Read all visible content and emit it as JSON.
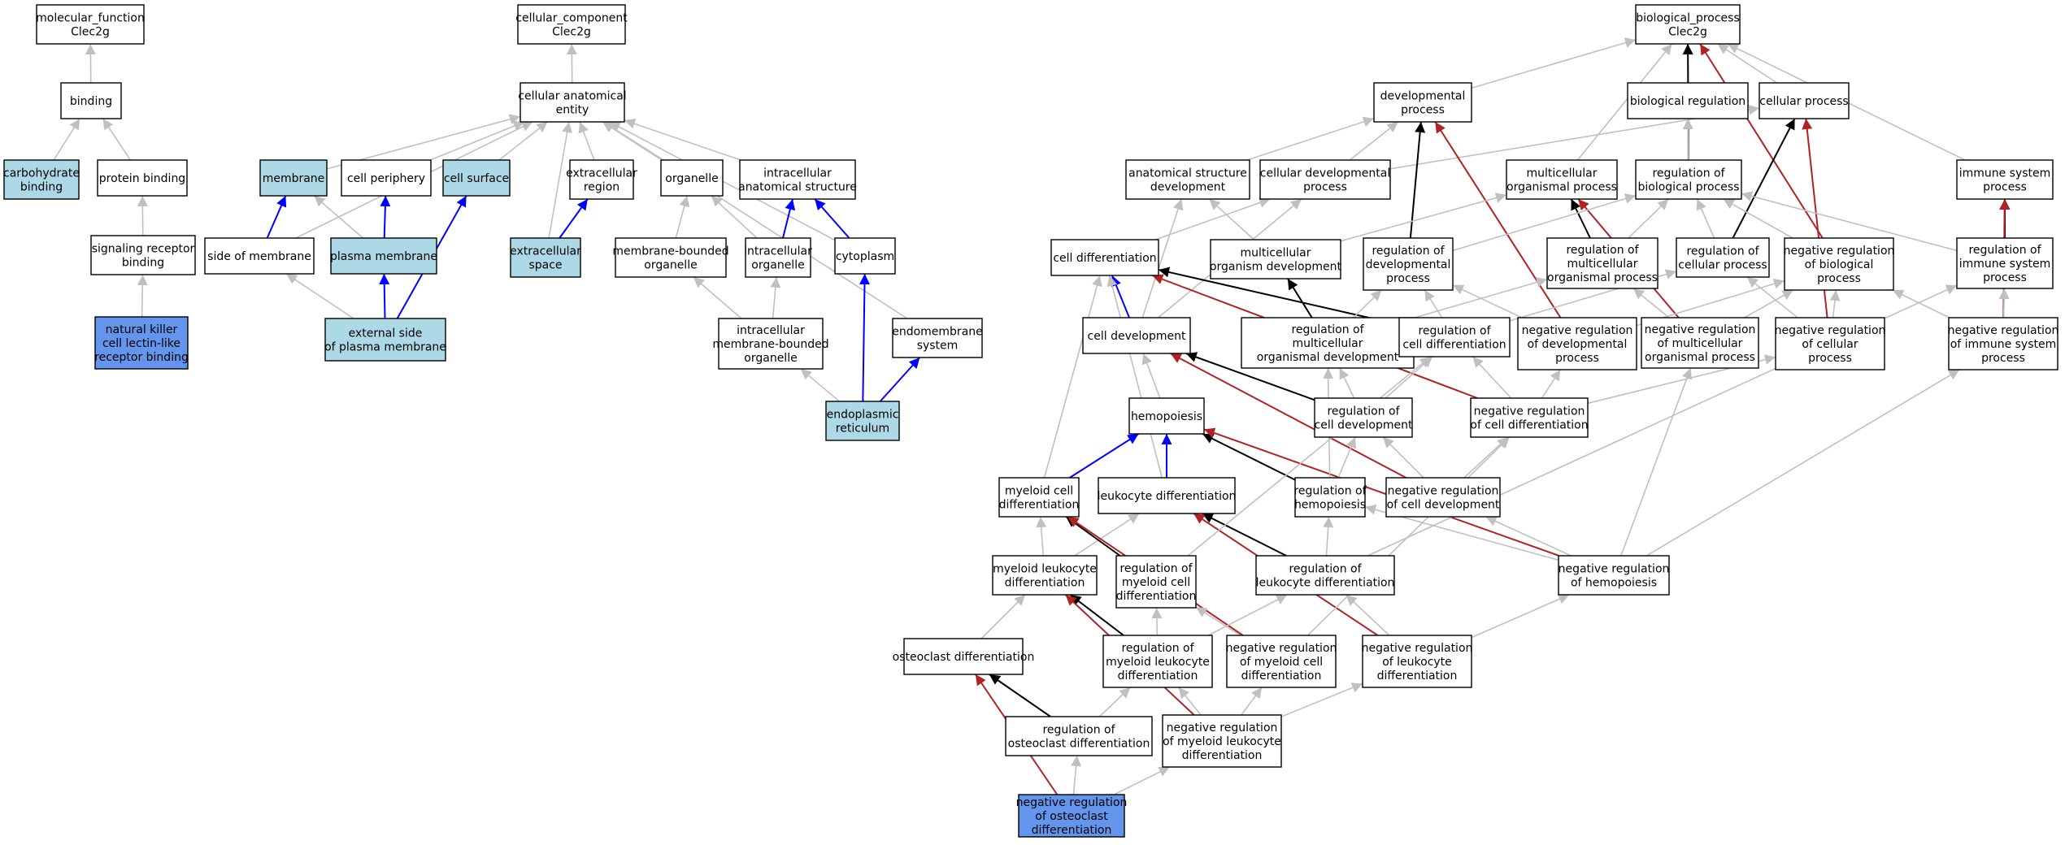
{
  "colors": {
    "node_fill_default": "#ffffff",
    "node_fill_light": "#add8e6",
    "node_fill_blue": "#6495ed",
    "edge_is_a": "#c0c0c0",
    "edge_part_of": "#0000ff",
    "edge_regulates": "#000000",
    "edge_negatively_regulates": "#b22222",
    "node_stroke": "#000000"
  },
  "nodes": [
    {
      "id": "mf",
      "lines": [
        "molecular_function",
        "Clec2g"
      ],
      "fill": "white"
    },
    {
      "id": "binding",
      "lines": [
        "binding"
      ],
      "fill": "white"
    },
    {
      "id": "carb",
      "lines": [
        "carbohydrate",
        "binding"
      ],
      "fill": "light"
    },
    {
      "id": "prot",
      "lines": [
        "protein binding"
      ],
      "fill": "white"
    },
    {
      "id": "srb",
      "lines": [
        "signaling receptor",
        "binding"
      ],
      "fill": "white"
    },
    {
      "id": "nk",
      "lines": [
        "natural killer",
        "cell lectin-like",
        "receptor binding"
      ],
      "fill": "blue"
    },
    {
      "id": "cc",
      "lines": [
        "cellular_component",
        "Clec2g"
      ],
      "fill": "white"
    },
    {
      "id": "cae",
      "lines": [
        "cellular anatomical",
        "entity"
      ],
      "fill": "white"
    },
    {
      "id": "membrane",
      "lines": [
        "membrane"
      ],
      "fill": "light"
    },
    {
      "id": "periph",
      "lines": [
        "cell periphery"
      ],
      "fill": "white"
    },
    {
      "id": "surface",
      "lines": [
        "cell surface"
      ],
      "fill": "light"
    },
    {
      "id": "ecreg",
      "lines": [
        "extracellular",
        "region"
      ],
      "fill": "white"
    },
    {
      "id": "organelle",
      "lines": [
        "organelle"
      ],
      "fill": "white"
    },
    {
      "id": "ias",
      "lines": [
        "intracellular",
        "anatomical structure"
      ],
      "fill": "white"
    },
    {
      "id": "som",
      "lines": [
        "side of membrane"
      ],
      "fill": "white"
    },
    {
      "id": "pm",
      "lines": [
        "plasma membrane"
      ],
      "fill": "light"
    },
    {
      "id": "ecs",
      "lines": [
        "extracellular",
        "space"
      ],
      "fill": "light"
    },
    {
      "id": "mbo",
      "lines": [
        "membrane-bounded",
        "organelle"
      ],
      "fill": "white"
    },
    {
      "id": "io",
      "lines": [
        "intracellular",
        "organelle"
      ],
      "fill": "white"
    },
    {
      "id": "cyto",
      "lines": [
        "cytoplasm"
      ],
      "fill": "white"
    },
    {
      "id": "espm",
      "lines": [
        "external side",
        "of plasma membrane"
      ],
      "fill": "light"
    },
    {
      "id": "imbo",
      "lines": [
        "intracellular",
        "membrane-bounded",
        "organelle"
      ],
      "fill": "white"
    },
    {
      "id": "endo",
      "lines": [
        "endomembrane",
        "system"
      ],
      "fill": "white"
    },
    {
      "id": "er",
      "lines": [
        "endoplasmic",
        "reticulum"
      ],
      "fill": "light"
    },
    {
      "id": "bp",
      "lines": [
        "biological_process",
        "Clec2g"
      ],
      "fill": "white"
    },
    {
      "id": "devp",
      "lines": [
        "developmental",
        "process"
      ],
      "fill": "white"
    },
    {
      "id": "breg",
      "lines": [
        "biological regulation"
      ],
      "fill": "white"
    },
    {
      "id": "cellp",
      "lines": [
        "cellular process"
      ],
      "fill": "white"
    },
    {
      "id": "asd",
      "lines": [
        "anatomical structure",
        "development"
      ],
      "fill": "white"
    },
    {
      "id": "cdp",
      "lines": [
        "cellular developmental",
        "process"
      ],
      "fill": "white"
    },
    {
      "id": "mop",
      "lines": [
        "multicellular",
        "organismal process"
      ],
      "fill": "white"
    },
    {
      "id": "rbp",
      "lines": [
        "regulation of",
        "biological process"
      ],
      "fill": "white"
    },
    {
      "id": "isp",
      "lines": [
        "immune system",
        "process"
      ],
      "fill": "white"
    },
    {
      "id": "cdiff",
      "lines": [
        "cell differentiation"
      ],
      "fill": "white"
    },
    {
      "id": "mod",
      "lines": [
        "multicellular",
        "organism development"
      ],
      "fill": "white"
    },
    {
      "id": "rdp",
      "lines": [
        "regulation of",
        "developmental",
        "process"
      ],
      "fill": "white"
    },
    {
      "id": "rmop",
      "lines": [
        "regulation of",
        "multicellular",
        "organismal process"
      ],
      "fill": "white"
    },
    {
      "id": "rcp",
      "lines": [
        "regulation of",
        "cellular process"
      ],
      "fill": "white"
    },
    {
      "id": "nrbp",
      "lines": [
        "negative regulation",
        "of biological",
        "process"
      ],
      "fill": "white"
    },
    {
      "id": "risp",
      "lines": [
        "regulation of",
        "immune system",
        "process"
      ],
      "fill": "white"
    },
    {
      "id": "cdev",
      "lines": [
        "cell development"
      ],
      "fill": "white"
    },
    {
      "id": "rmod",
      "lines": [
        "regulation of",
        "multicellular",
        "organismal development"
      ],
      "fill": "white"
    },
    {
      "id": "rcd",
      "lines": [
        "regulation of",
        "cell differentiation"
      ],
      "fill": "white"
    },
    {
      "id": "nrdp",
      "lines": [
        "negative regulation",
        "of developmental",
        "process"
      ],
      "fill": "white"
    },
    {
      "id": "nrmop",
      "lines": [
        "negative regulation",
        "of multicellular",
        "organismal process"
      ],
      "fill": "white"
    },
    {
      "id": "nrcp",
      "lines": [
        "negative regulation",
        "of cellular",
        "process"
      ],
      "fill": "white"
    },
    {
      "id": "nrisp",
      "lines": [
        "negative regulation",
        "of immune system",
        "process"
      ],
      "fill": "white"
    },
    {
      "id": "hemo",
      "lines": [
        "hemopoiesis"
      ],
      "fill": "white"
    },
    {
      "id": "rcdev",
      "lines": [
        "regulation of",
        "cell development"
      ],
      "fill": "white"
    },
    {
      "id": "nrcd",
      "lines": [
        "negative regulation",
        "of cell differentiation"
      ],
      "fill": "white"
    },
    {
      "id": "mcd",
      "lines": [
        "myeloid cell",
        "differentiation"
      ],
      "fill": "white"
    },
    {
      "id": "ld",
      "lines": [
        "leukocyte differentiation"
      ],
      "fill": "white"
    },
    {
      "id": "rhemo",
      "lines": [
        "regulation of",
        "hemopoiesis"
      ],
      "fill": "white"
    },
    {
      "id": "nrcdev",
      "lines": [
        "negative regulation",
        "of cell development"
      ],
      "fill": "white"
    },
    {
      "id": "mld",
      "lines": [
        "myeloid leukocyte",
        "differentiation"
      ],
      "fill": "white"
    },
    {
      "id": "rmcd",
      "lines": [
        "regulation of",
        "myeloid cell",
        "differentiation"
      ],
      "fill": "white"
    },
    {
      "id": "rld",
      "lines": [
        "regulation of",
        "leukocyte differentiation"
      ],
      "fill": "white"
    },
    {
      "id": "nrhemo",
      "lines": [
        "negative regulation",
        "of hemopoiesis"
      ],
      "fill": "white"
    },
    {
      "id": "od",
      "lines": [
        "osteoclast differentiation"
      ],
      "fill": "white"
    },
    {
      "id": "rmld",
      "lines": [
        "regulation of",
        "myeloid leukocyte",
        "differentiation"
      ],
      "fill": "white"
    },
    {
      "id": "nrmcd",
      "lines": [
        "negative regulation",
        "of myeloid cell",
        "differentiation"
      ],
      "fill": "white"
    },
    {
      "id": "nrld",
      "lines": [
        "negative regulation",
        "of leukocyte",
        "differentiation"
      ],
      "fill": "white"
    },
    {
      "id": "rod",
      "lines": [
        "regulation of",
        "osteoclast differentiation"
      ],
      "fill": "white"
    },
    {
      "id": "nrmld",
      "lines": [
        "negative regulation",
        "of myeloid leukocyte",
        "differentiation"
      ],
      "fill": "white"
    },
    {
      "id": "nrod",
      "lines": [
        "negative regulation",
        "of osteoclast",
        "differentiation"
      ],
      "fill": "blue"
    }
  ],
  "edges": [
    {
      "from": "binding",
      "to": "mf",
      "type": "is_a"
    },
    {
      "from": "carb",
      "to": "binding",
      "type": "is_a"
    },
    {
      "from": "prot",
      "to": "binding",
      "type": "is_a"
    },
    {
      "from": "srb",
      "to": "prot",
      "type": "is_a"
    },
    {
      "from": "nk",
      "to": "srb",
      "type": "is_a"
    },
    {
      "from": "cae",
      "to": "cc",
      "type": "is_a"
    },
    {
      "from": "membrane",
      "to": "cae",
      "type": "is_a"
    },
    {
      "from": "periph",
      "to": "cae",
      "type": "is_a"
    },
    {
      "from": "surface",
      "to": "cae",
      "type": "is_a"
    },
    {
      "from": "ecreg",
      "to": "cae",
      "type": "is_a"
    },
    {
      "from": "organelle",
      "to": "cae",
      "type": "is_a"
    },
    {
      "from": "ias",
      "to": "cae",
      "type": "is_a"
    },
    {
      "from": "som",
      "to": "cae",
      "type": "is_a"
    },
    {
      "from": "ecs",
      "to": "cae",
      "type": "is_a"
    },
    {
      "from": "cyto",
      "to": "cae",
      "type": "is_a"
    },
    {
      "from": "endo",
      "to": "cae",
      "type": "is_a"
    },
    {
      "from": "som",
      "to": "membrane",
      "type": "part_of"
    },
    {
      "from": "pm",
      "to": "membrane",
      "type": "is_a"
    },
    {
      "from": "pm",
      "to": "periph",
      "type": "part_of"
    },
    {
      "from": "ecs",
      "to": "ecreg",
      "type": "part_of"
    },
    {
      "from": "mbo",
      "to": "organelle",
      "type": "is_a"
    },
    {
      "from": "io",
      "to": "organelle",
      "type": "is_a"
    },
    {
      "from": "io",
      "to": "ias",
      "type": "part_of"
    },
    {
      "from": "cyto",
      "to": "ias",
      "type": "part_of"
    },
    {
      "from": "espm",
      "to": "som",
      "type": "is_a"
    },
    {
      "from": "espm",
      "to": "pm",
      "type": "part_of"
    },
    {
      "from": "espm",
      "to": "surface",
      "type": "part_of"
    },
    {
      "from": "imbo",
      "to": "mbo",
      "type": "is_a"
    },
    {
      "from": "imbo",
      "to": "io",
      "type": "is_a"
    },
    {
      "from": "er",
      "to": "imbo",
      "type": "is_a"
    },
    {
      "from": "er",
      "to": "cyto",
      "type": "part_of"
    },
    {
      "from": "er",
      "to": "endo",
      "type": "part_of"
    },
    {
      "from": "devp",
      "to": "bp",
      "type": "is_a"
    },
    {
      "from": "breg",
      "to": "bp",
      "type": "is_a"
    },
    {
      "from": "cellp",
      "to": "bp",
      "type": "is_a"
    },
    {
      "from": "mop",
      "to": "bp",
      "type": "is_a"
    },
    {
      "from": "isp",
      "to": "bp",
      "type": "is_a"
    },
    {
      "from": "rbp",
      "to": "bp",
      "type": "regulates"
    },
    {
      "from": "nrbp",
      "to": "bp",
      "type": "negatively_regulates"
    },
    {
      "from": "asd",
      "to": "devp",
      "type": "is_a"
    },
    {
      "from": "cdp",
      "to": "devp",
      "type": "is_a"
    },
    {
      "from": "cdp",
      "to": "cellp",
      "type": "is_a"
    },
    {
      "from": "rdp",
      "to": "devp",
      "type": "regulates"
    },
    {
      "from": "nrdp",
      "to": "devp",
      "type": "negatively_regulates"
    },
    {
      "from": "rbp",
      "to": "breg",
      "type": "is_a"
    },
    {
      "from": "rcp",
      "to": "cellp",
      "type": "regulates"
    },
    {
      "from": "nrcp",
      "to": "cellp",
      "type": "negatively_regulates"
    },
    {
      "from": "mod",
      "to": "asd",
      "type": "is_a"
    },
    {
      "from": "mod",
      "to": "mop",
      "type": "is_a"
    },
    {
      "from": "cdiff",
      "to": "cdp",
      "type": "is_a"
    },
    {
      "from": "cdev",
      "to": "cdp",
      "type": "is_a"
    },
    {
      "from": "cdev",
      "to": "asd",
      "type": "is_a"
    },
    {
      "from": "rmop",
      "to": "mop",
      "type": "regulates"
    },
    {
      "from": "nrmop",
      "to": "mop",
      "type": "negatively_regulates"
    },
    {
      "from": "rmop",
      "to": "rbp",
      "type": "is_a"
    },
    {
      "from": "rdp",
      "to": "rbp",
      "type": "is_a"
    },
    {
      "from": "rcp",
      "to": "rbp",
      "type": "is_a"
    },
    {
      "from": "nrbp",
      "to": "rbp",
      "type": "is_a"
    },
    {
      "from": "risp",
      "to": "rbp",
      "type": "is_a"
    },
    {
      "from": "risp",
      "to": "isp",
      "type": "regulates"
    },
    {
      "from": "nrisp",
      "to": "isp",
      "type": "negatively_regulates"
    },
    {
      "from": "cdev",
      "to": "cdiff",
      "type": "part_of"
    },
    {
      "from": "rcd",
      "to": "cdiff",
      "type": "regulates"
    },
    {
      "from": "nrcd",
      "to": "cdiff",
      "type": "negatively_regulates"
    },
    {
      "from": "rmod",
      "to": "mod",
      "type": "regulates"
    },
    {
      "from": "rmod",
      "to": "rdp",
      "type": "is_a"
    },
    {
      "from": "rmod",
      "to": "rmop",
      "type": "is_a"
    },
    {
      "from": "rcd",
      "to": "rdp",
      "type": "is_a"
    },
    {
      "from": "rcd",
      "to": "rcp",
      "type": "is_a"
    },
    {
      "from": "nrdp",
      "to": "rdp",
      "type": "is_a"
    },
    {
      "from": "nrdp",
      "to": "nrbp",
      "type": "is_a"
    },
    {
      "from": "nrmop",
      "to": "rmop",
      "type": "is_a"
    },
    {
      "from": "nrmop",
      "to": "nrbp",
      "type": "is_a"
    },
    {
      "from": "nrcp",
      "to": "rcp",
      "type": "is_a"
    },
    {
      "from": "nrcp",
      "to": "nrbp",
      "type": "is_a"
    },
    {
      "from": "nrisp",
      "to": "risp",
      "type": "is_a"
    },
    {
      "from": "nrisp",
      "to": "nrbp",
      "type": "is_a"
    },
    {
      "from": "hemo",
      "to": "cdev",
      "type": "is_a"
    },
    {
      "from": "rcdev",
      "to": "cdev",
      "type": "regulates"
    },
    {
      "from": "nrcdev",
      "to": "cdev",
      "type": "negatively_regulates"
    },
    {
      "from": "rcdev",
      "to": "rcd",
      "type": "is_a"
    },
    {
      "from": "rcdev",
      "to": "rmod",
      "type": "is_a"
    },
    {
      "from": "nrcd",
      "to": "rcd",
      "type": "is_a"
    },
    {
      "from": "nrcd",
      "to": "nrdp",
      "type": "is_a"
    },
    {
      "from": "nrcd",
      "to": "nrcp",
      "type": "is_a"
    },
    {
      "from": "mcd",
      "to": "hemo",
      "type": "part_of"
    },
    {
      "from": "ld",
      "to": "hemo",
      "type": "part_of"
    },
    {
      "from": "rhemo",
      "to": "hemo",
      "type": "regulates"
    },
    {
      "from": "nrhemo",
      "to": "hemo",
      "type": "negatively_regulates"
    },
    {
      "from": "mcd",
      "to": "cdiff",
      "type": "is_a"
    },
    {
      "from": "ld",
      "to": "cdiff",
      "type": "is_a"
    },
    {
      "from": "rhemo",
      "to": "rcdev",
      "type": "is_a"
    },
    {
      "from": "rhemo",
      "to": "rmod",
      "type": "is_a"
    },
    {
      "from": "nrcdev",
      "to": "rcdev",
      "type": "is_a"
    },
    {
      "from": "nrcdev",
      "to": "nrcd",
      "type": "is_a"
    },
    {
      "from": "mld",
      "to": "mcd",
      "type": "is_a"
    },
    {
      "from": "mld",
      "to": "ld",
      "type": "is_a"
    },
    {
      "from": "rmcd",
      "to": "mcd",
      "type": "regulates"
    },
    {
      "from": "nrmcd",
      "to": "mcd",
      "type": "negatively_regulates"
    },
    {
      "from": "rld",
      "to": "ld",
      "type": "regulates"
    },
    {
      "from": "nrld",
      "to": "ld",
      "type": "negatively_regulates"
    },
    {
      "from": "rmcd",
      "to": "rcd",
      "type": "is_a"
    },
    {
      "from": "rld",
      "to": "rhemo",
      "type": "is_a"
    },
    {
      "from": "rld",
      "to": "risp",
      "type": "is_a"
    },
    {
      "from": "nrhemo",
      "to": "rhemo",
      "type": "is_a"
    },
    {
      "from": "nrhemo",
      "to": "nrcdev",
      "type": "is_a"
    },
    {
      "from": "nrhemo",
      "to": "nrmop",
      "type": "is_a"
    },
    {
      "from": "nrhemo",
      "to": "nrisp",
      "type": "is_a"
    },
    {
      "from": "od",
      "to": "mld",
      "type": "is_a"
    },
    {
      "from": "rmld",
      "to": "mld",
      "type": "regulates"
    },
    {
      "from": "nrmld",
      "to": "mld",
      "type": "negatively_regulates"
    },
    {
      "from": "rmld",
      "to": "rmcd",
      "type": "is_a"
    },
    {
      "from": "rmld",
      "to": "rld",
      "type": "is_a"
    },
    {
      "from": "nrmcd",
      "to": "rmcd",
      "type": "is_a"
    },
    {
      "from": "nrmcd",
      "to": "nrcd",
      "type": "is_a"
    },
    {
      "from": "nrld",
      "to": "rld",
      "type": "is_a"
    },
    {
      "from": "nrld",
      "to": "nrhemo",
      "type": "is_a"
    },
    {
      "from": "rod",
      "to": "od",
      "type": "regulates"
    },
    {
      "from": "nrod",
      "to": "od",
      "type": "negatively_regulates"
    },
    {
      "from": "rod",
      "to": "rmld",
      "type": "is_a"
    },
    {
      "from": "nrmld",
      "to": "rmld",
      "type": "is_a"
    },
    {
      "from": "nrmld",
      "to": "nrmcd",
      "type": "is_a"
    },
    {
      "from": "nrmld",
      "to": "nrld",
      "type": "is_a"
    },
    {
      "from": "nrod",
      "to": "rod",
      "type": "is_a"
    },
    {
      "from": "nrod",
      "to": "nrmld",
      "type": "is_a"
    }
  ]
}
